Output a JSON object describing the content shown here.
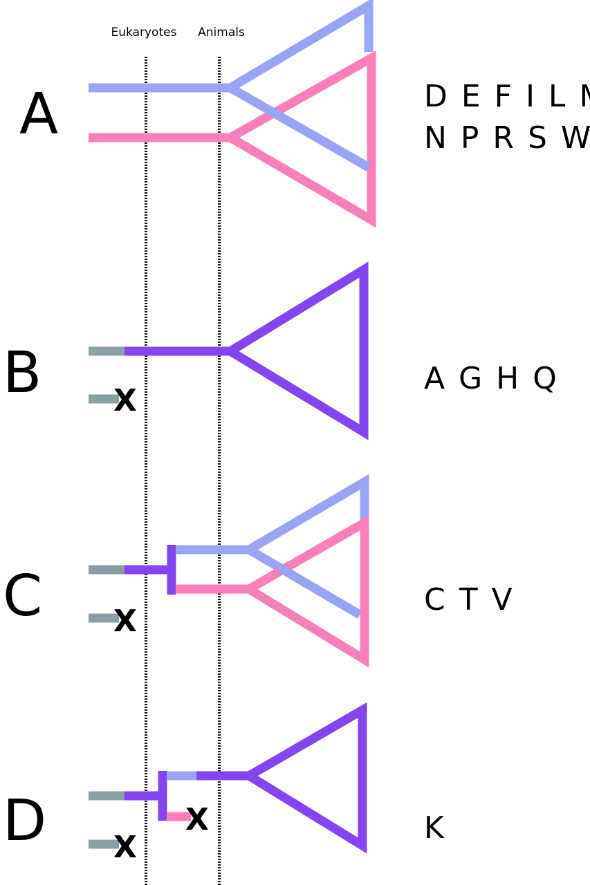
{
  "headers": {
    "eukaryotes": "Eukaryotes",
    "animals": "Animals"
  },
  "colors": {
    "light_blue": "#9aa4f4",
    "pink": "#f77fba",
    "purple": "#8445f0",
    "gray": "#8a9ea6",
    "divider": "#111111"
  },
  "panels": [
    {
      "label": "A",
      "amino_acids": [
        "D E F I L M",
        "N P R S W Y"
      ]
    },
    {
      "label": "B",
      "amino_acids": [
        "A G H Q"
      ],
      "loss_mark": "X"
    },
    {
      "label": "C",
      "amino_acids": [
        "C T V"
      ],
      "loss_mark": "X"
    },
    {
      "label": "D",
      "amino_acids": [
        "K"
      ],
      "loss_marks": [
        "X",
        "X"
      ]
    }
  ]
}
